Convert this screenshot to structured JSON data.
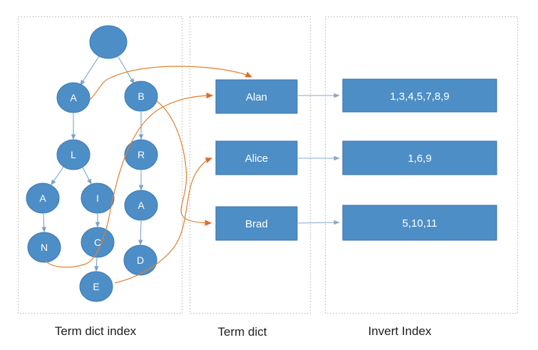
{
  "panels": [
    {
      "label": "Term dict index"
    },
    {
      "label": "Term dict"
    },
    {
      "label": "Invert Index"
    }
  ],
  "tree": {
    "nodes": [
      {
        "id": "root",
        "label": ""
      },
      {
        "id": "a1",
        "label": "A"
      },
      {
        "id": "b",
        "label": "B"
      },
      {
        "id": "l",
        "label": "L"
      },
      {
        "id": "r",
        "label": "R"
      },
      {
        "id": "a2",
        "label": "A"
      },
      {
        "id": "i",
        "label": "I"
      },
      {
        "id": "a3",
        "label": "A"
      },
      {
        "id": "n",
        "label": "N"
      },
      {
        "id": "c",
        "label": "C"
      },
      {
        "id": "d",
        "label": "D"
      },
      {
        "id": "e",
        "label": "E"
      }
    ]
  },
  "term_dict": {
    "items": [
      {
        "label": "Alan"
      },
      {
        "label": "Alice"
      },
      {
        "label": "Brad"
      }
    ]
  },
  "invert_index": {
    "items": [
      {
        "label": "1,3,4,5,7,8,9"
      },
      {
        "label": "1,6,9"
      },
      {
        "label": "5,10,11"
      }
    ]
  },
  "colors": {
    "node_fill": "#4e8ec7",
    "node_border": "#3c7ab8",
    "box_fill": "#4e8ec7",
    "box_border": "#3a72ac",
    "tree_edge": "#7ba2cc",
    "connector_arrow": "#8aa7cd",
    "pointer_curve": "#e0802f",
    "panel_border": "#b3b3b3",
    "label_text": "#1c1c1c",
    "shape_text": "#ffffff"
  }
}
